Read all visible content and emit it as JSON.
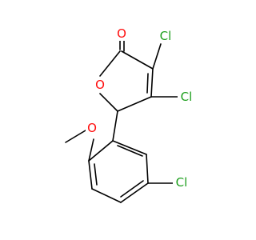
{
  "structure": {
    "atoms": {
      "o_carbonyl": {
        "text": "O",
        "color": "#ff0d0d"
      },
      "o_ring": {
        "text": "O",
        "color": "#ff0d0d"
      },
      "cl_3": {
        "text": "Cl",
        "color": "#1fa01f"
      },
      "cl_4": {
        "text": "Cl",
        "color": "#1fa01f"
      },
      "o_methoxy": {
        "text": "O",
        "color": "#ff0d0d"
      },
      "cl_aryl": {
        "text": "Cl",
        "color": "#1fa01f"
      }
    },
    "bond_color": "#000000"
  }
}
